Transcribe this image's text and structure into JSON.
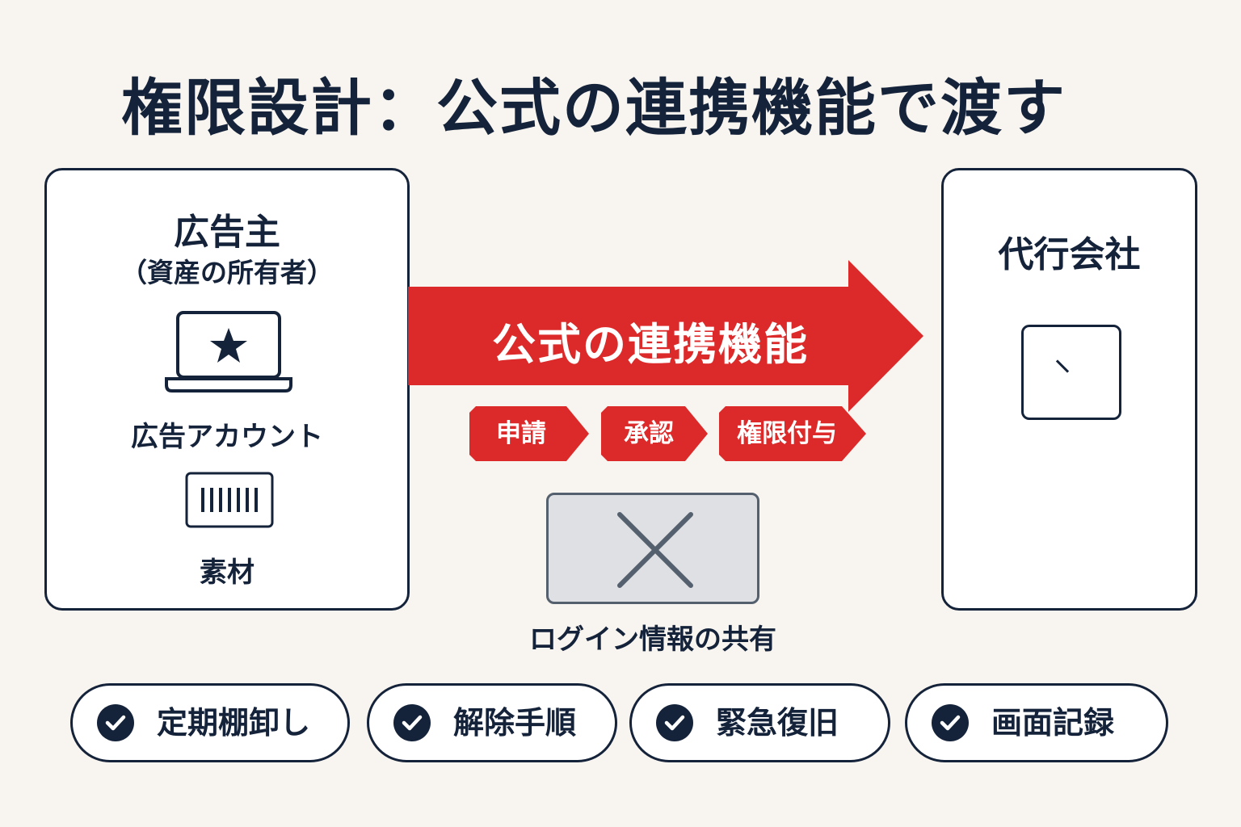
{
  "title": "権限設計：公式の連携機能で渡す",
  "owner": {
    "title": "広告主",
    "subtitle": "（資産の所有者）",
    "assets": [
      {
        "label": "広告アカウント",
        "icon": "laptop-star-icon"
      },
      {
        "label": "素材",
        "icon": "barcode-icon"
      }
    ]
  },
  "agency": {
    "title": "代行会社",
    "icon": "box-icon"
  },
  "flow": {
    "arrow_label": "公式の連携機能",
    "steps": [
      "申請",
      "承認",
      "権限付与"
    ]
  },
  "rejected": {
    "label": "ログイン情報の共有",
    "icon": "x-icon"
  },
  "checklist": [
    "定期棚卸し",
    "解除手順",
    "緊急復旧",
    "画面記録"
  ],
  "colors": {
    "accent": "#dc2a2a",
    "navy": "#15233a",
    "background": "#f8f4ef",
    "rejected_fill": "#dfe0e3",
    "rejected_stroke": "#55606e"
  }
}
